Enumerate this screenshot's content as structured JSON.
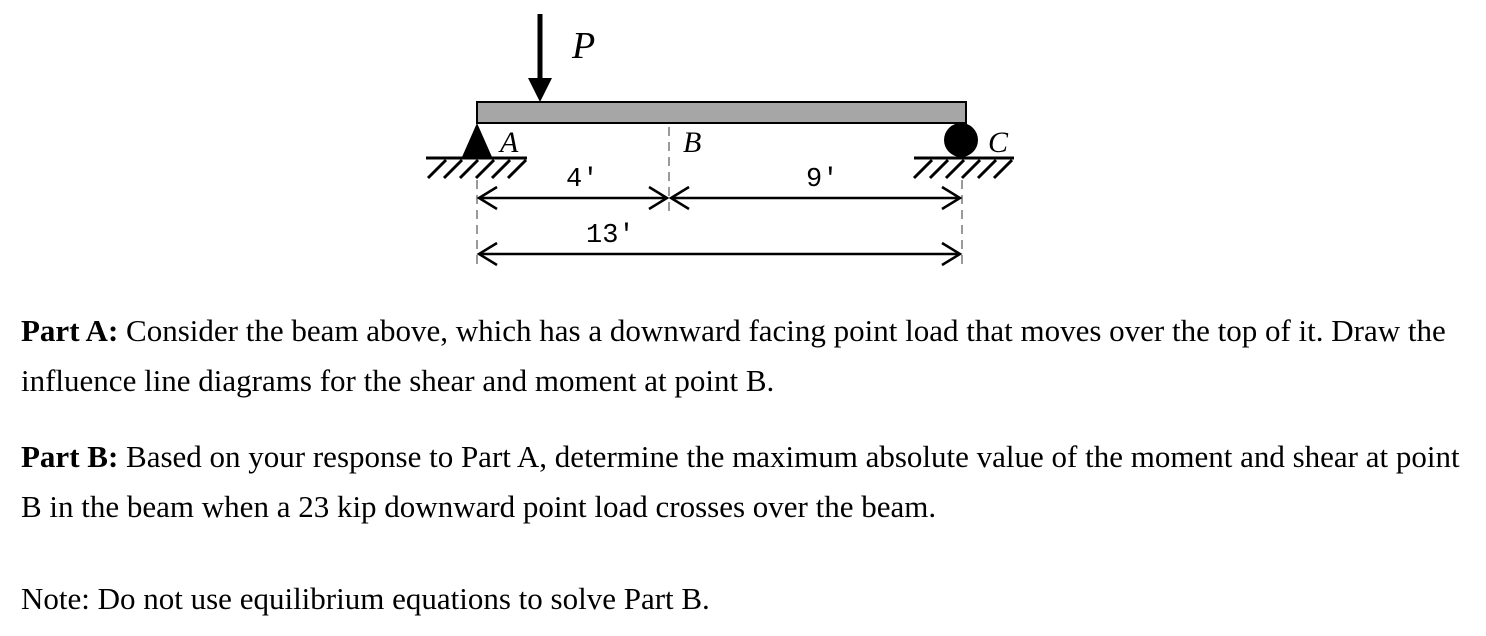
{
  "diagram": {
    "load_label": "P",
    "support_a_label": "A",
    "point_b_label": "B",
    "support_c_label": "C",
    "dim_ab": "4'",
    "dim_bc": "9'",
    "dim_ac": "13'"
  },
  "text": {
    "part_a_label": "Part A:",
    "part_a_body": " Consider the beam above, which has a downward facing point load that moves over the top of it. Draw the influence line diagrams for the shear and moment at point B.",
    "part_b_label": "Part B:",
    "part_b_body": " Based on your response to Part A, determine the maximum absolute value of the moment and shear at point B in the beam when a 23 kip downward point load crosses over the beam.",
    "note": "Note: Do not use equilibrium equations to solve Part B."
  }
}
